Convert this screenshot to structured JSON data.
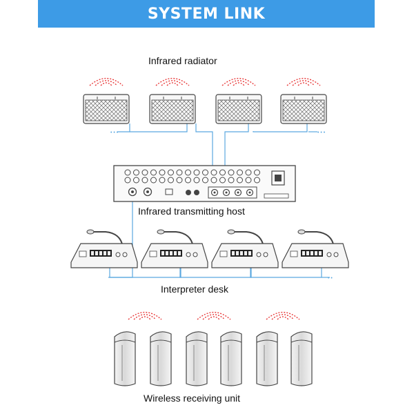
{
  "banner": {
    "title": "SYSTEM LINK",
    "color": "#3d9be6"
  },
  "labels": {
    "radiator": "Infrared radiator",
    "host": "Infrared transmitting host",
    "desk": "Interpreter desk",
    "receiver": "Wireless receiving unit"
  },
  "counts": {
    "radiators": 4,
    "desks": 4,
    "receivers": 6
  },
  "colors": {
    "signal": "#e83a3a",
    "cable": "#5aa8e0",
    "device": "#444444"
  },
  "icons": [
    "signal-waves-icon",
    "infrared-radiator-icon",
    "transmitting-host-icon",
    "interpreter-desk-icon",
    "receiver-unit-icon"
  ]
}
